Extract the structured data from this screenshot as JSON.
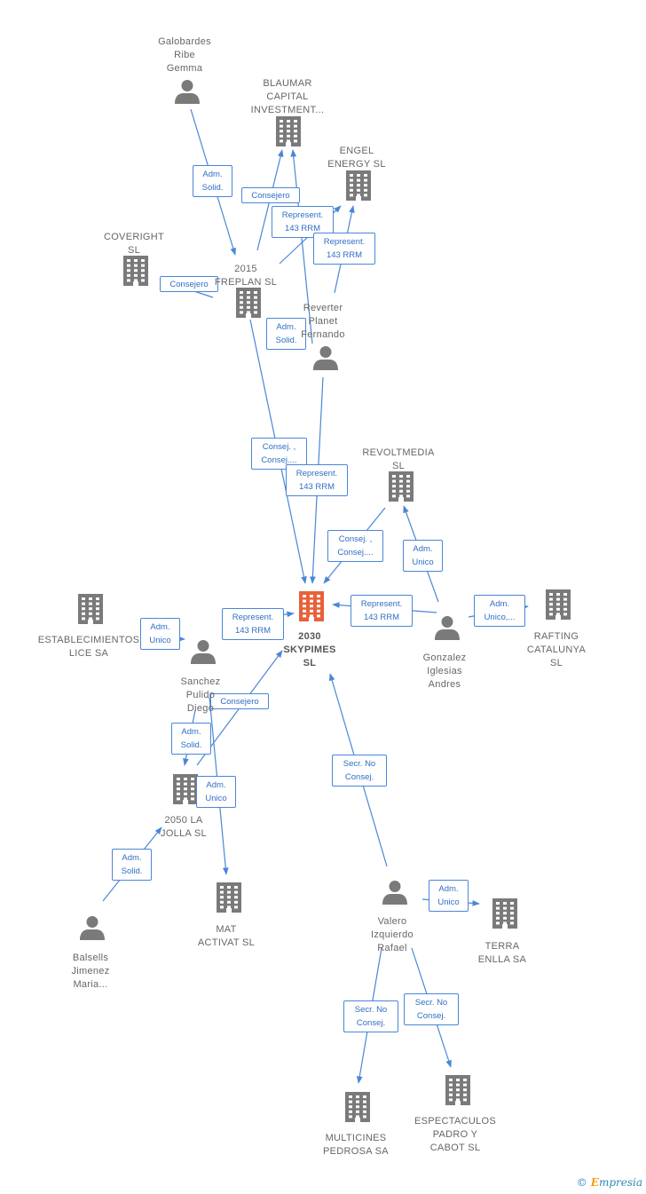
{
  "colors": {
    "edge": "#4a86d8",
    "node": "#7a7a7a",
    "main": "#e8613a"
  },
  "nodes": [
    {
      "id": "galobardes",
      "type": "person",
      "lines": [
        "Galobardes",
        "Ribe",
        "Gemma"
      ]
    },
    {
      "id": "blaumar",
      "type": "company",
      "lines": [
        "BLAUMAR",
        "CAPITAL",
        "INVESTMENT..."
      ]
    },
    {
      "id": "engel",
      "type": "company",
      "lines": [
        "ENGEL",
        "ENERGY SL"
      ]
    },
    {
      "id": "coveright",
      "type": "company",
      "lines": [
        "COVERIGHT",
        "SL"
      ]
    },
    {
      "id": "freplan",
      "type": "company",
      "lines": [
        "2015",
        "FREPLAN  SL"
      ]
    },
    {
      "id": "reverter",
      "type": "person",
      "lines": [
        "Reverter",
        "Planet",
        "Fernando"
      ]
    },
    {
      "id": "revoltmedia",
      "type": "company",
      "lines": [
        "REVOLTMEDIA",
        "SL"
      ]
    },
    {
      "id": "skypimes",
      "type": "main",
      "lines": [
        "2030",
        "SKYPIMES",
        "SL"
      ]
    },
    {
      "id": "establecimientos",
      "type": "company",
      "lines": [
        "ESTABLECIMIENTOS",
        "LICE SA"
      ]
    },
    {
      "id": "rafting",
      "type": "company",
      "lines": [
        "RAFTING",
        "CATALUNYA",
        "SL"
      ]
    },
    {
      "id": "gonzalez",
      "type": "person",
      "lines": [
        "Gonzalez",
        "Iglesias",
        "Andres"
      ]
    },
    {
      "id": "sanchez",
      "type": "person",
      "lines": [
        "Sanchez",
        "Pulido",
        "Diego"
      ]
    },
    {
      "id": "lajolla",
      "type": "company",
      "lines": [
        "2050 LA",
        "JOLLA  SL"
      ]
    },
    {
      "id": "matactivat",
      "type": "company",
      "lines": [
        "MAT",
        "ACTIVAT  SL"
      ]
    },
    {
      "id": "balsells",
      "type": "person",
      "lines": [
        "Balsells",
        "Jimenez",
        "Maria..."
      ]
    },
    {
      "id": "valero",
      "type": "person",
      "lines": [
        "Valero",
        "Izquierdo",
        "Rafael"
      ]
    },
    {
      "id": "terra",
      "type": "company",
      "lines": [
        "TERRA",
        "ENLLA SA"
      ]
    },
    {
      "id": "multicines",
      "type": "company",
      "lines": [
        "MULTICINES",
        "PEDROSA SA"
      ]
    },
    {
      "id": "espectaculos",
      "type": "company",
      "lines": [
        "ESPECTACULOS",
        "PADRO Y",
        "CABOT SL"
      ]
    }
  ],
  "edges": [
    {
      "id": "e1",
      "lines": [
        "Adm.",
        "Solid."
      ]
    },
    {
      "id": "e2",
      "lines": [
        "Consejero"
      ]
    },
    {
      "id": "e3",
      "lines": [
        "Represent.",
        "143 RRM"
      ]
    },
    {
      "id": "e4",
      "lines": [
        "Represent.",
        "143 RRM"
      ]
    },
    {
      "id": "e5",
      "lines": [
        "Consejero"
      ]
    },
    {
      "id": "e6",
      "lines": [
        "Adm.",
        "Solid."
      ]
    },
    {
      "id": "e7",
      "lines": [
        "Consej. ,",
        "Consej...."
      ]
    },
    {
      "id": "e8",
      "lines": [
        "Represent.",
        "143 RRM"
      ]
    },
    {
      "id": "e9",
      "lines": [
        "Consej. ,",
        "Consej...."
      ]
    },
    {
      "id": "e10",
      "lines": [
        "Adm.",
        "Unico"
      ]
    },
    {
      "id": "e11",
      "lines": [
        "Represent.",
        "143 RRM"
      ]
    },
    {
      "id": "e12",
      "lines": [
        "Adm.",
        "Unico,..."
      ]
    },
    {
      "id": "e13",
      "lines": [
        "Represent.",
        "143 RRM"
      ]
    },
    {
      "id": "e14",
      "lines": [
        "Adm.",
        "Unico"
      ]
    },
    {
      "id": "e15",
      "lines": [
        "Consejero"
      ]
    },
    {
      "id": "e16",
      "lines": [
        "Adm.",
        "Solid."
      ]
    },
    {
      "id": "e17",
      "lines": [
        "Adm.",
        "Unico"
      ]
    },
    {
      "id": "e18",
      "lines": [
        "Adm.",
        "Solid."
      ]
    },
    {
      "id": "e19",
      "lines": [
        "Secr.  No",
        "Consej."
      ]
    },
    {
      "id": "e20",
      "lines": [
        "Adm.",
        "Unico"
      ]
    },
    {
      "id": "e21",
      "lines": [
        "Secr.  No",
        "Consej."
      ]
    },
    {
      "id": "e22",
      "lines": [
        "Secr.  No",
        "Consej."
      ]
    }
  ],
  "footer": {
    "symbol": "©",
    "brand_first": "E",
    "brand_rest": "mpresia"
  }
}
